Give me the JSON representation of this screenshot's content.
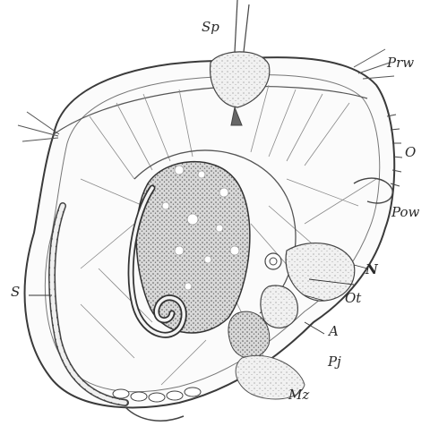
{
  "figure": {
    "labels": {
      "sp": "Sp",
      "prw": "Prw",
      "o": "O",
      "pow": "Pow",
      "n": "N",
      "ot": "Ot",
      "a": "A",
      "pj": "Pj",
      "mz": "Mz",
      "s": "S"
    }
  }
}
